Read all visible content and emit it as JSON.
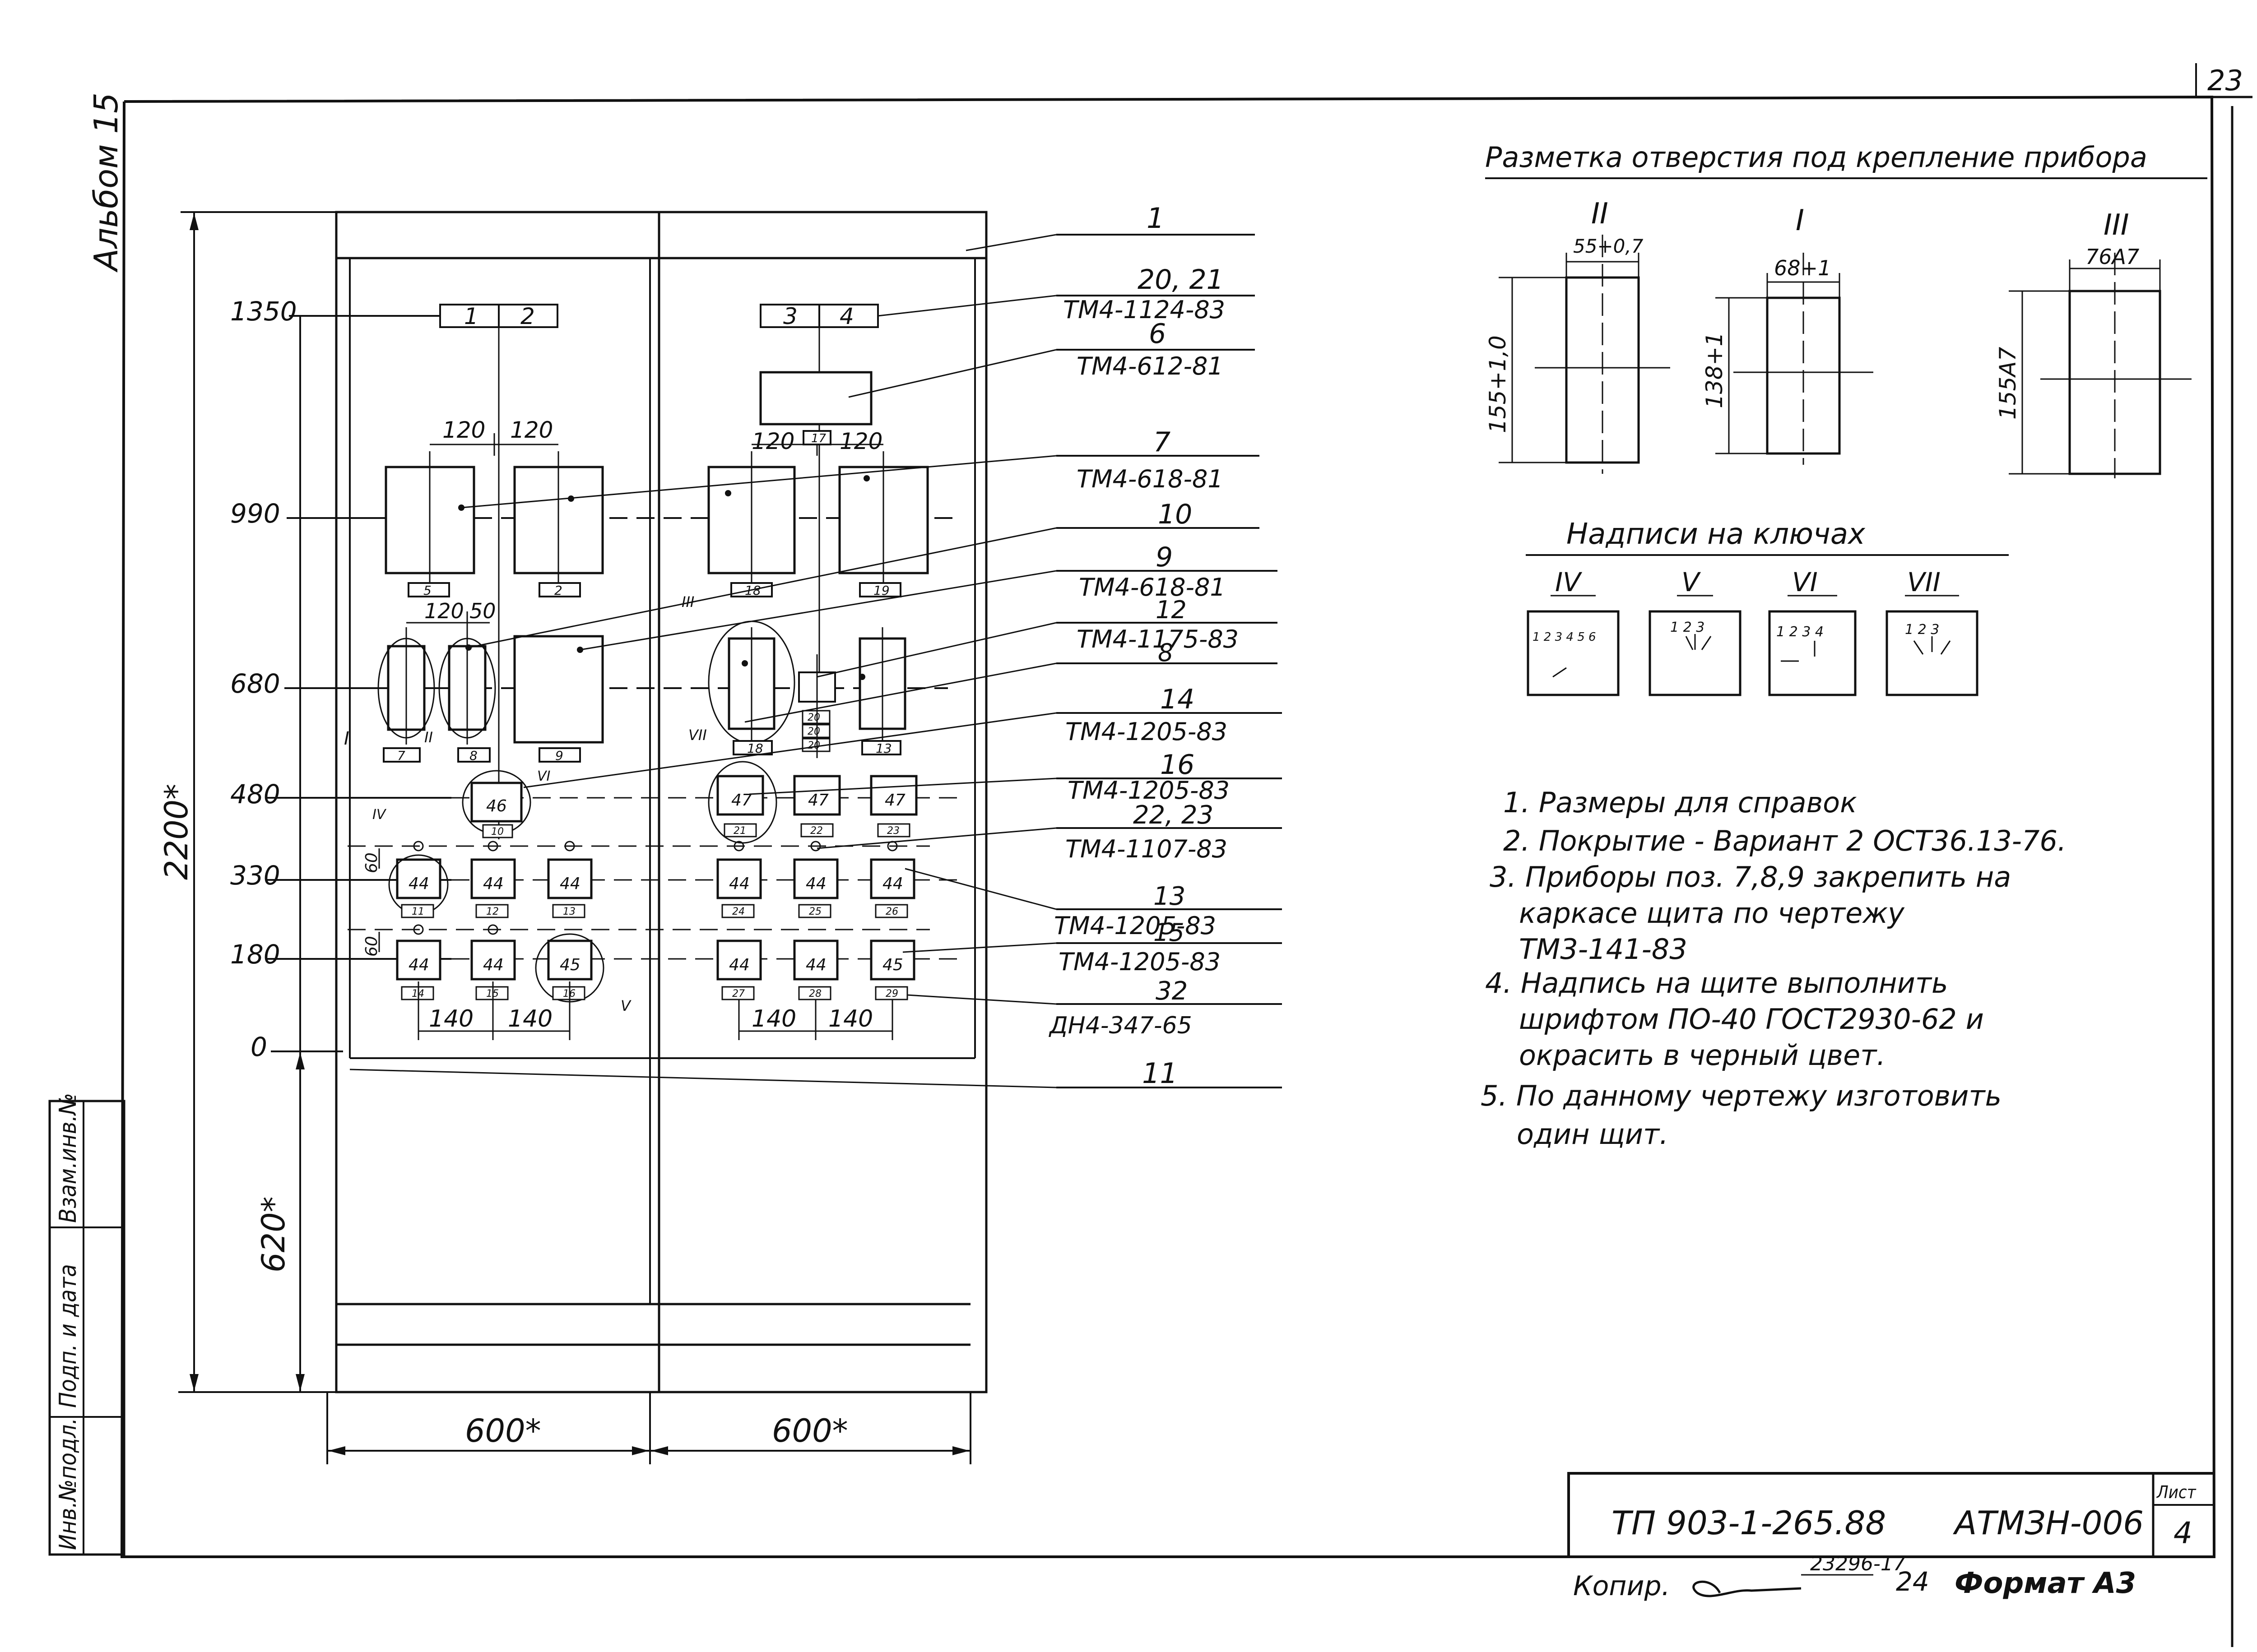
{
  "album": "Альбом 15",
  "corner_number": "23",
  "sheet": {
    "label": "Лист",
    "number": "4"
  },
  "stamp_code": "ТП 903-1-265.88",
  "stamp_doc": "АТМЗН-006",
  "copy_line": {
    "prefix": "Копир.",
    "order": "23296-17",
    "num": "24",
    "format": "Формат А3"
  },
  "left_column": [
    "Инв.№подл.",
    "Подп. и дата",
    "Взам.инв.№"
  ],
  "levels": [
    "1350",
    "990",
    "680",
    "480",
    "330",
    "180",
    "0"
  ],
  "dims": {
    "total_height": "2200*",
    "plinth": "620*",
    "width_left": "600*",
    "width_right": "600*",
    "pitch_120": "120",
    "pitch_50": "50",
    "pitch_140": "140",
    "pitch_60": "60"
  },
  "leaders": [
    {
      "pos": "1",
      "doc": ""
    },
    {
      "pos": "20, 21",
      "doc": "ТМ4-1124-83"
    },
    {
      "pos": "6",
      "doc": "ТМ4-612-81"
    },
    {
      "pos": "7",
      "doc": "ТМ4-618-81"
    },
    {
      "pos": "10",
      "doc": ""
    },
    {
      "pos": "9",
      "doc": "ТМ4-618-81"
    },
    {
      "pos": "12",
      "doc": "ТМ4-1175-83"
    },
    {
      "pos": "8",
      "doc": ""
    },
    {
      "pos": "14",
      "doc": "ТМ4-1205-83"
    },
    {
      "pos": "16",
      "doc": "ТМ4-1205-83"
    },
    {
      "pos": "22, 23",
      "doc": "ТМ4-1107-83"
    },
    {
      "pos": "13",
      "doc": "ТМ4-1205-83"
    },
    {
      "pos": "15",
      "doc": "ТМ4-1205-83"
    },
    {
      "pos": "32",
      "doc": "ДН4-347-65"
    },
    {
      "pos": "11",
      "doc": ""
    }
  ],
  "devices": {
    "strip_left": [
      "1",
      "2"
    ],
    "strip_right": [
      "3",
      "4"
    ],
    "box_17": "17",
    "tags_990": [
      "5",
      "2",
      "18",
      "19"
    ],
    "tags_680": [
      "7",
      "8",
      "9",
      "18",
      "13"
    ],
    "mini_stack": [
      "20",
      "20",
      "20"
    ],
    "row_480": [
      "46",
      "47",
      "47",
      "47"
    ],
    "tags_480": [
      "10",
      "21",
      "22",
      "23"
    ],
    "row_330": [
      "44",
      "44",
      "44",
      "44",
      "44",
      "44"
    ],
    "tags_330": [
      "11",
      "12",
      "13",
      "24",
      "25",
      "26"
    ],
    "row_180": [
      "44",
      "44",
      "45",
      "44",
      "44",
      "45"
    ],
    "tags_180": [
      "14",
      "15",
      "16",
      "27",
      "28",
      "29"
    ],
    "roman_marks": [
      "I",
      "II",
      "III",
      "IV",
      "V",
      "VI",
      "VII"
    ]
  },
  "marking": {
    "title": "Разметка отверстия под крепление прибора",
    "II": {
      "label": "II",
      "w": "55+0,7",
      "h": "155+1,0"
    },
    "I": {
      "label": "I",
      "w": "68+1",
      "h": "138+1"
    },
    "III": {
      "label": "III",
      "w": "76А7",
      "h": "155А7"
    }
  },
  "keys": {
    "title": "Надписи на ключах",
    "items": [
      {
        "label": "IV",
        "text": "1 2 3 4 5 6"
      },
      {
        "label": "V",
        "text": "1 2 3"
      },
      {
        "label": "VI",
        "text": "1 2 3 4"
      },
      {
        "label": "VII",
        "text": "1 2 3"
      }
    ]
  },
  "notes": [
    "1. Размеры для справок",
    "2. Покрытие - Вариант 2 ОСТ36.13-76.",
    "3. Приборы поз. 7,8,9 закрепить на",
    "каркасе щита по чертежу",
    "ТМ3-141-83",
    "4. Надпись на щите выполнить",
    "шрифтом ПО-40 ГОСТ2930-62 и",
    "окрасить в черный цвет.",
    "5. По данному чертежу изготовить",
    "один щит."
  ]
}
